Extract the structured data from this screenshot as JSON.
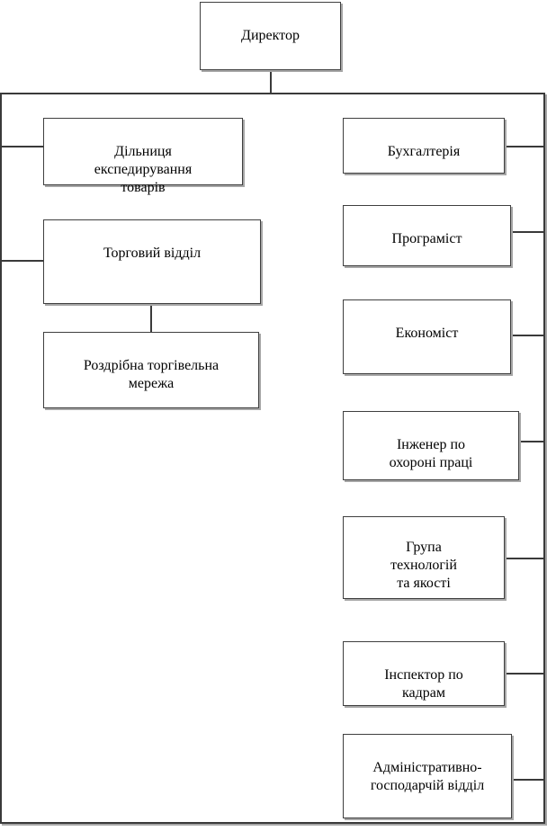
{
  "diagram": {
    "type": "org-chart",
    "colors": {
      "background": "#ffffff",
      "line": "#3a3a3a",
      "box_border": "#3f3f3f",
      "box_shadow": "#a6a6a6",
      "text": "#000000"
    },
    "nodes": {
      "director": {
        "label": "Директор"
      },
      "left": [
        {
          "label": "Дільниця\nекспедирування\nтоварів"
        },
        {
          "label": "Торговий відділ"
        },
        {
          "label": "Роздрібна торгівельна\nмережа"
        }
      ],
      "right": [
        {
          "label": "Бухгалтерія"
        },
        {
          "label": "Програміст"
        },
        {
          "label": "Економіст"
        },
        {
          "label": "Інженер по\nохороні праці"
        },
        {
          "label": "Група\nтехнологій\nта якості"
        },
        {
          "label": "Інспектор по\nкадрам"
        },
        {
          "label": "Адміністративно-\nгосподарчій відділ"
        }
      ]
    }
  }
}
